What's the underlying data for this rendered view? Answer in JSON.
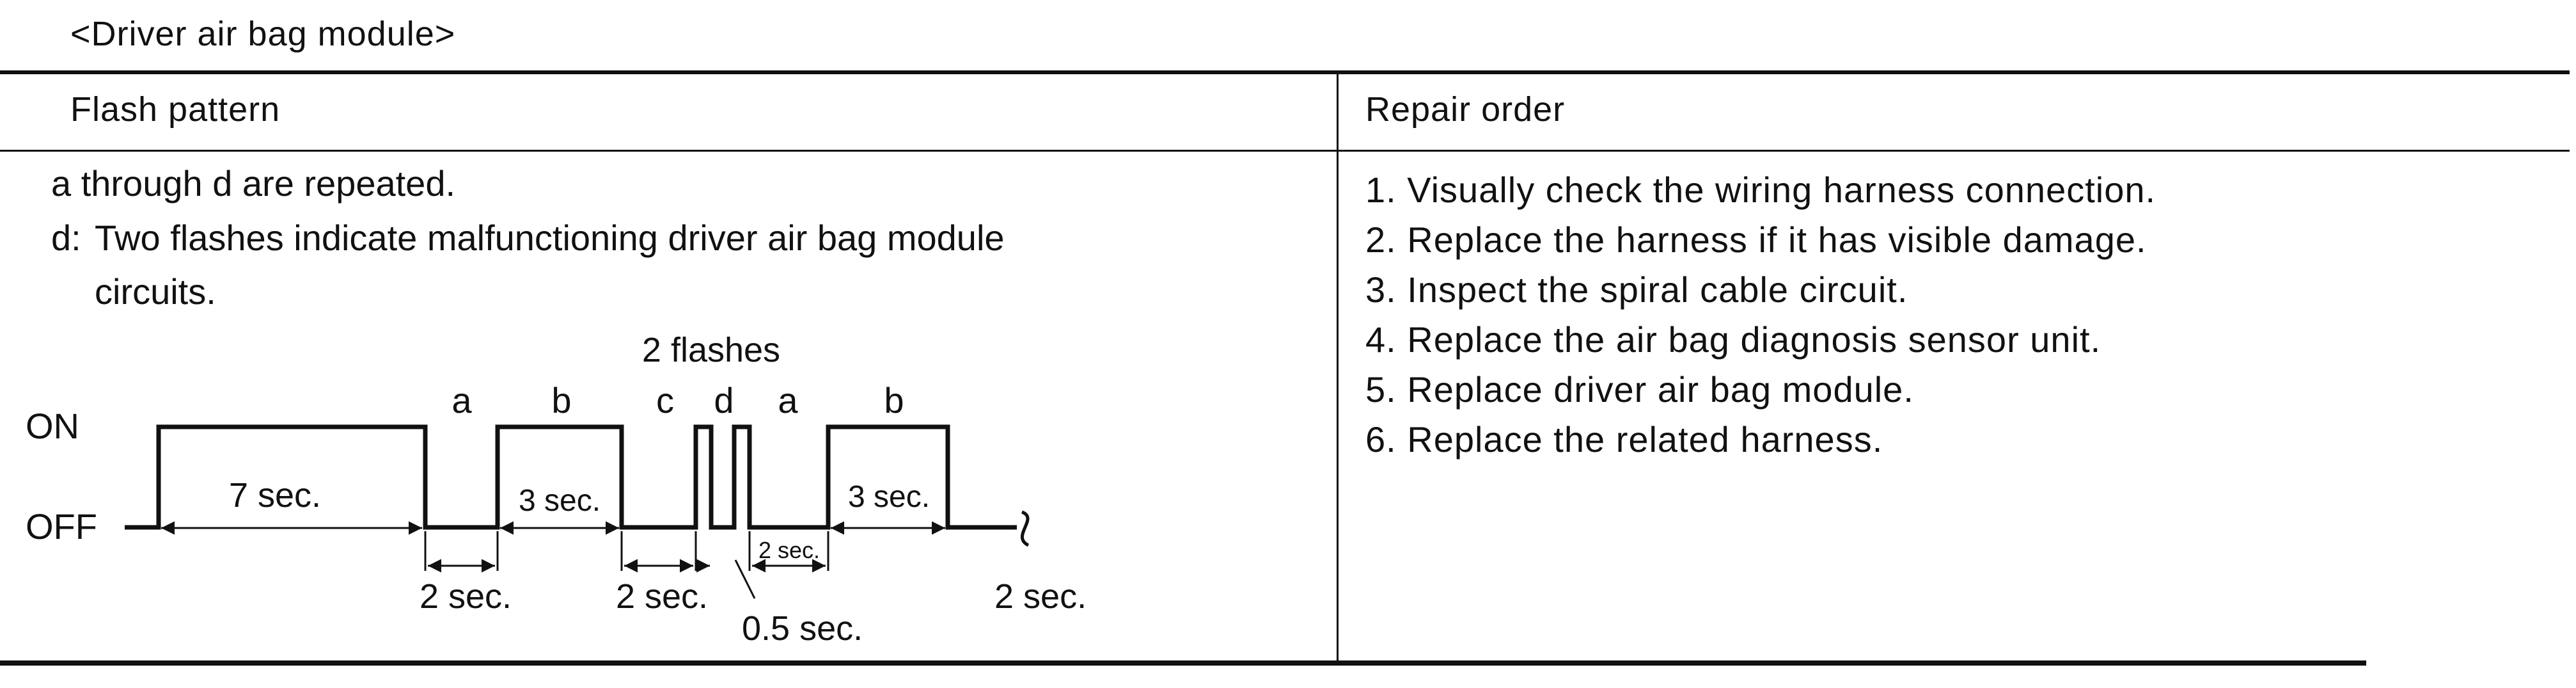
{
  "caption": "<Driver air bag module>",
  "headers": {
    "flash_pattern": "Flash pattern",
    "repair_order": "Repair order"
  },
  "flash_notes": {
    "repeat_note": "a through d are repeated.",
    "d_label": "d:",
    "d_text": "Two flashes indicate malfunctioning driver air bag module circuits."
  },
  "diagram": {
    "flash_count": "2 flashes",
    "states": {
      "on": "ON",
      "off": "OFF"
    },
    "segment_letters": [
      "a",
      "b",
      "c",
      "d",
      "a",
      "b"
    ],
    "durations": {
      "first_on": "7 sec.",
      "b_on_1": "3 sec.",
      "b_on_2": "3 sec.",
      "a_off_1": "2 sec.",
      "c_off": "2 sec.",
      "a_off_2": "2 sec.",
      "d_pulse": "0.5 sec.",
      "d_gap": "2 sec."
    }
  },
  "repair_steps": [
    "1. Visually check the wiring harness connection.",
    "2. Replace the harness if it has visible damage.",
    "3. Inspect the spiral cable circuit.",
    "4. Replace the air bag diagnosis sensor unit.",
    "5. Replace driver air bag module.",
    "6. Replace the related harness."
  ]
}
